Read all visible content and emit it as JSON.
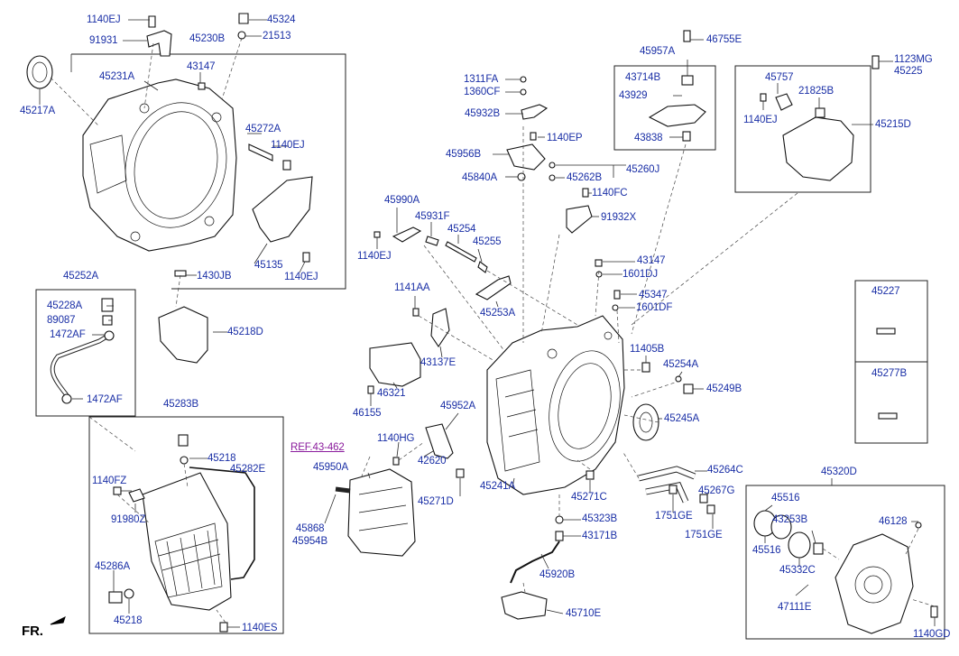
{
  "diagram": {
    "corner_label": "FR.",
    "ref_label": "REF.43-462",
    "part_labels": [
      "1140EJ",
      "45324",
      "91931",
      "45230B",
      "21513",
      "43147",
      "45217A",
      "45231A",
      "45272A",
      "1140EJ",
      "45135",
      "1140EJ",
      "1430JB",
      "45252A",
      "45228A",
      "89087",
      "1472AF",
      "1472AF",
      "45218D",
      "45283B",
      "45218",
      "45282E",
      "1140FZ",
      "91980Z",
      "45286A",
      "45218",
      "1140ES",
      "45957A",
      "46755E",
      "43714B",
      "43929",
      "43838",
      "1311FA",
      "1360CF",
      "45932B",
      "1140EP",
      "45956B",
      "45260J",
      "45840A",
      "45262B",
      "1140FC",
      "91932X",
      "45757",
      "21825B",
      "1140EJ",
      "45215D",
      "1123MG",
      "45225",
      "45990A",
      "45931F",
      "45254",
      "45255",
      "1140EJ",
      "43147",
      "1601DJ",
      "45253A",
      "1141AA",
      "45347",
      "1601DF",
      "45227",
      "43137E",
      "11405B",
      "45254A",
      "45249B",
      "45277B",
      "46321",
      "46155",
      "45952A",
      "45245A",
      "1140HG",
      "42620",
      "45950A",
      "45241A",
      "45264C",
      "45271D",
      "45271C",
      "45267G",
      "45868",
      "45954B",
      "45323B",
      "1751GE",
      "43171B",
      "1751GE",
      "45920B",
      "45320D",
      "45516",
      "43253B",
      "46128",
      "45516",
      "45332C",
      "47111E",
      "45710E",
      "1140GD"
    ]
  }
}
